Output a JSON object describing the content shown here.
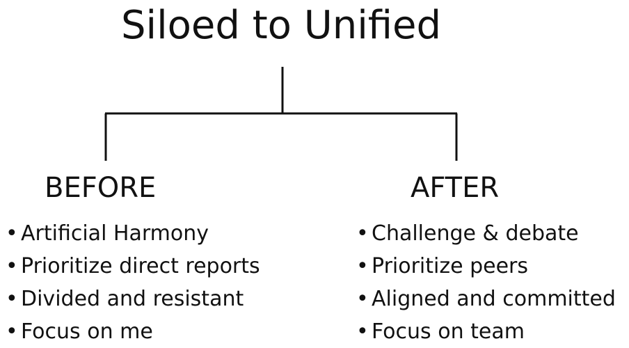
{
  "title": "Siloed to Unified",
  "before": {
    "heading": "BEFORE",
    "items": [
      "Artificial Harmony",
      "Prioritize direct reports",
      "Divided and resistant",
      "Focus on me"
    ]
  },
  "after": {
    "heading": "AFTER",
    "items": [
      "Challenge & debate",
      "Prioritize peers",
      "Aligned and committed",
      "Focus on team"
    ]
  },
  "colors": {
    "text": "#111111",
    "lines": "#111111",
    "background": "#ffffff"
  }
}
